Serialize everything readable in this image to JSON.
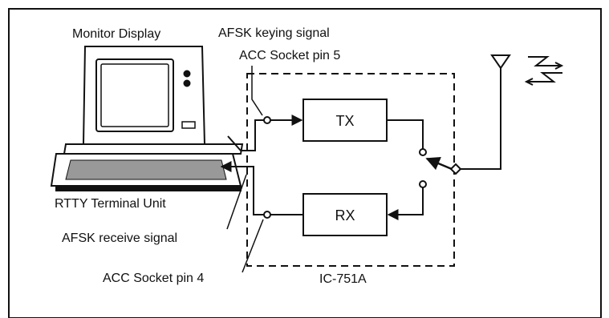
{
  "labels": {
    "monitor": "Monitor Display",
    "keying_signal": "AFSK keying signal",
    "acc_pin5": "ACC Socket pin 5",
    "terminal_unit": "RTTY Terminal Unit",
    "receive_signal": "AFSK receive signal",
    "acc_pin4": "ACC Socket pin 4",
    "radio_model": "IC-751A",
    "tx": "TX",
    "rx": "RX"
  },
  "colors": {
    "ink": "#111111",
    "background": "#ffffff"
  },
  "icons": [
    "computer-terminal-icon",
    "antenna-icon",
    "radio-waves-icon"
  ]
}
